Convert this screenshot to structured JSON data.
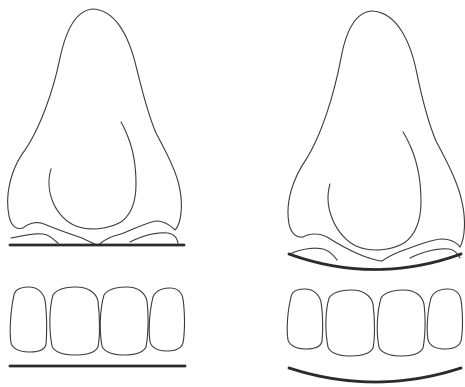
{
  "figure": {
    "panels": [
      {
        "id": "left",
        "nose": "straight-base",
        "teeth_count": 4,
        "nose_baseline": "straight",
        "teeth_baseline": "straight"
      },
      {
        "id": "right",
        "nose": "curved-base",
        "teeth_count": 4,
        "nose_baseline": "curved",
        "teeth_baseline": "curved"
      }
    ],
    "line_color": "#3a3a3a",
    "baseline_color": "#2b2b2b",
    "background": "#ffffff"
  }
}
